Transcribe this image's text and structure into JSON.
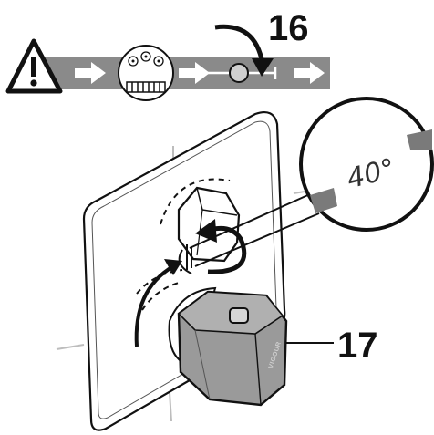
{
  "steps": {
    "step_16": "16",
    "step_17": "17"
  },
  "angle_label": "40°",
  "brand_label": "VIGOUR",
  "icons": {
    "warning": "warning-triangle-icon",
    "filter": "filter-cleaning-icon",
    "valve": "valve-icon",
    "arrow": "arrow-right-icon"
  },
  "colors": {
    "banner_gray": "#8a8a8a",
    "handle_gray": "#9a9a9a",
    "line": "#111111",
    "guide": "#bdbdbd"
  }
}
